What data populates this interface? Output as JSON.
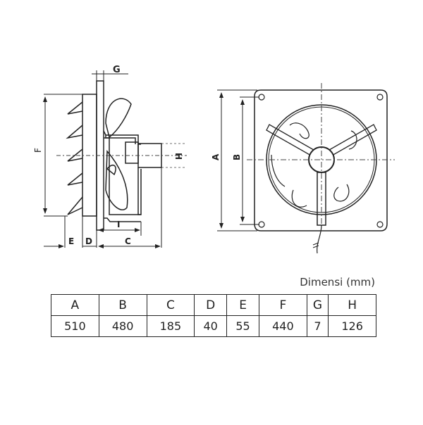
{
  "side_view": {
    "labels": {
      "G": "G",
      "F": "F",
      "H": "H",
      "I": "I",
      "E": "E",
      "D": "D",
      "C": "C"
    }
  },
  "front_view": {
    "labels": {
      "A": "A",
      "B": "B"
    }
  },
  "caption": "Dimensi (mm)",
  "table": {
    "headers": [
      "A",
      "B",
      "C",
      "D",
      "E",
      "F",
      "G",
      "H"
    ],
    "values": [
      "510",
      "480",
      "185",
      "40",
      "55",
      "440",
      "7",
      "126"
    ]
  },
  "colors": {
    "line": "#222222",
    "background": "#ffffff"
  }
}
